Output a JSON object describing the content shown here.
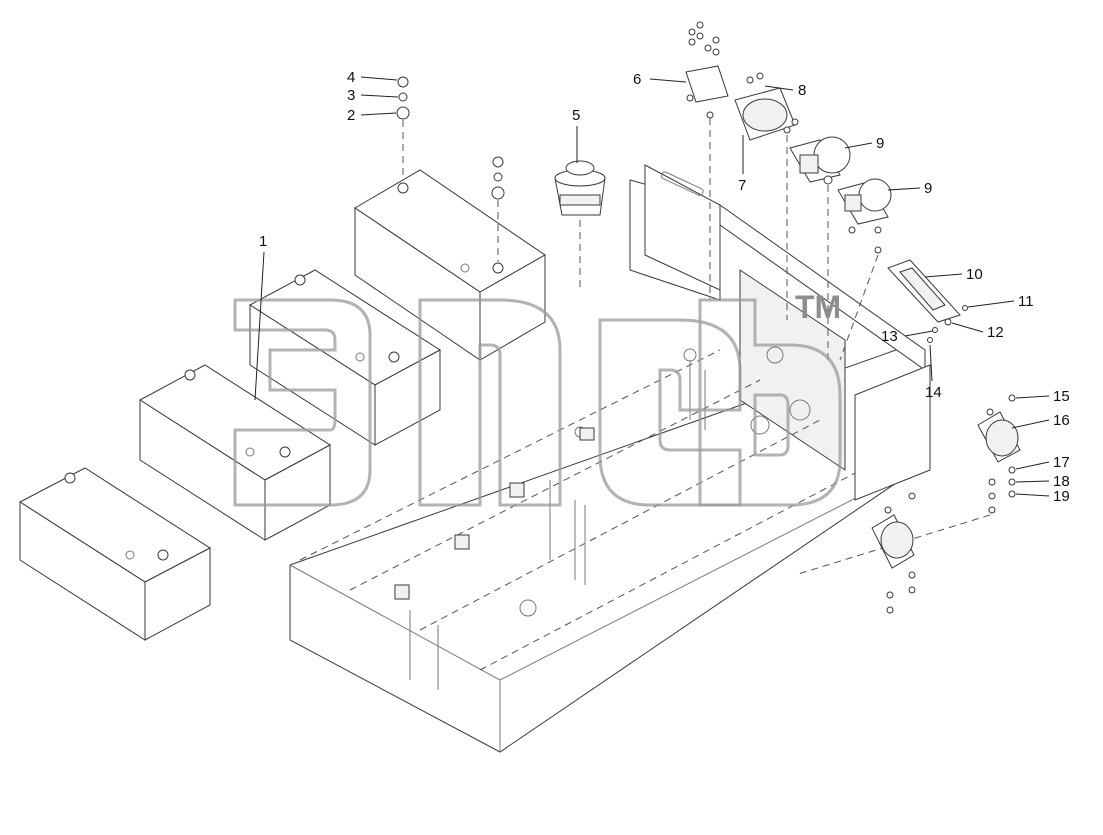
{
  "diagram": {
    "callouts": [
      {
        "id": "c1",
        "label": "1"
      },
      {
        "id": "c2",
        "label": "2"
      },
      {
        "id": "c3",
        "label": "3"
      },
      {
        "id": "c4",
        "label": "4"
      },
      {
        "id": "c5",
        "label": "5"
      },
      {
        "id": "c6",
        "label": "6"
      },
      {
        "id": "c7",
        "label": "7"
      },
      {
        "id": "c8",
        "label": "8"
      },
      {
        "id": "c9a",
        "label": "9"
      },
      {
        "id": "c9b",
        "label": "9"
      },
      {
        "id": "c10",
        "label": "10"
      },
      {
        "id": "c11",
        "label": "11"
      },
      {
        "id": "c12",
        "label": "12"
      },
      {
        "id": "c13",
        "label": "13"
      },
      {
        "id": "c14",
        "label": "14"
      },
      {
        "id": "c15",
        "label": "15"
      },
      {
        "id": "c16",
        "label": "16"
      },
      {
        "id": "c17",
        "label": "17"
      },
      {
        "id": "c18",
        "label": "18"
      },
      {
        "id": "c19",
        "label": "19"
      }
    ],
    "watermark": {
      "trademark": "TM"
    }
  }
}
